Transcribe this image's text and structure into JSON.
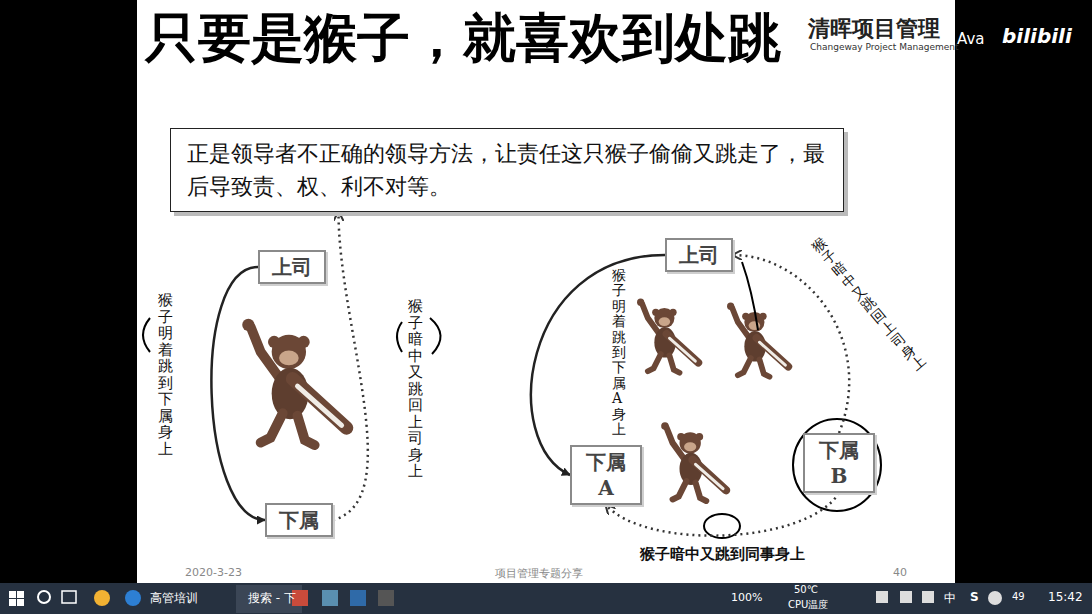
{
  "diagram": {
    "title": "只要是猴子，就喜欢到处跳",
    "nodes": [
      {
        "text": [
          "正是领导者不正确的领导方法，让责任这只猴子偷偷又跳走了，最后导致责、权、利不对等。"
        ]
      },
      {
        "text": [
          "上司"
        ]
      },
      {
        "text": [
          "下属"
        ]
      },
      {
        "text": [
          "上司"
        ]
      },
      {
        "text": [
          "下属 A"
        ]
      },
      {
        "text": [
          "下属 B"
        ]
      }
    ],
    "edges": [
      {
        "from": 1,
        "to": 2,
        "arrow": "to",
        "label": "猴子明着跳到下属身上"
      },
      {
        "from": 2,
        "to": 0,
        "arrow": "to",
        "label": "猴子暗中又跳回上司身上"
      },
      {
        "from": 3,
        "to": 4,
        "arrow": "to",
        "label": "猴子明着跳到下属A身上"
      },
      {
        "from": 5,
        "to": 3,
        "arrow": "to",
        "label": "猴子暗中又跳回上司身上"
      },
      {
        "from": 5,
        "to": 4,
        "arrow": "to",
        "label": "猴子暗中又跳到同事身上"
      }
    ],
    "labels": [
      "清晖项目管理",
      "Changeway Project Management",
      "Ava",
      "bilibili",
      "2020-3-23",
      "项目管理专题分享",
      "40",
      "高管培训",
      "搜索 - 下",
      "100%",
      "50℃",
      "CPU温度",
      "中",
      "S",
      "49",
      "15:42"
    ]
  }
}
